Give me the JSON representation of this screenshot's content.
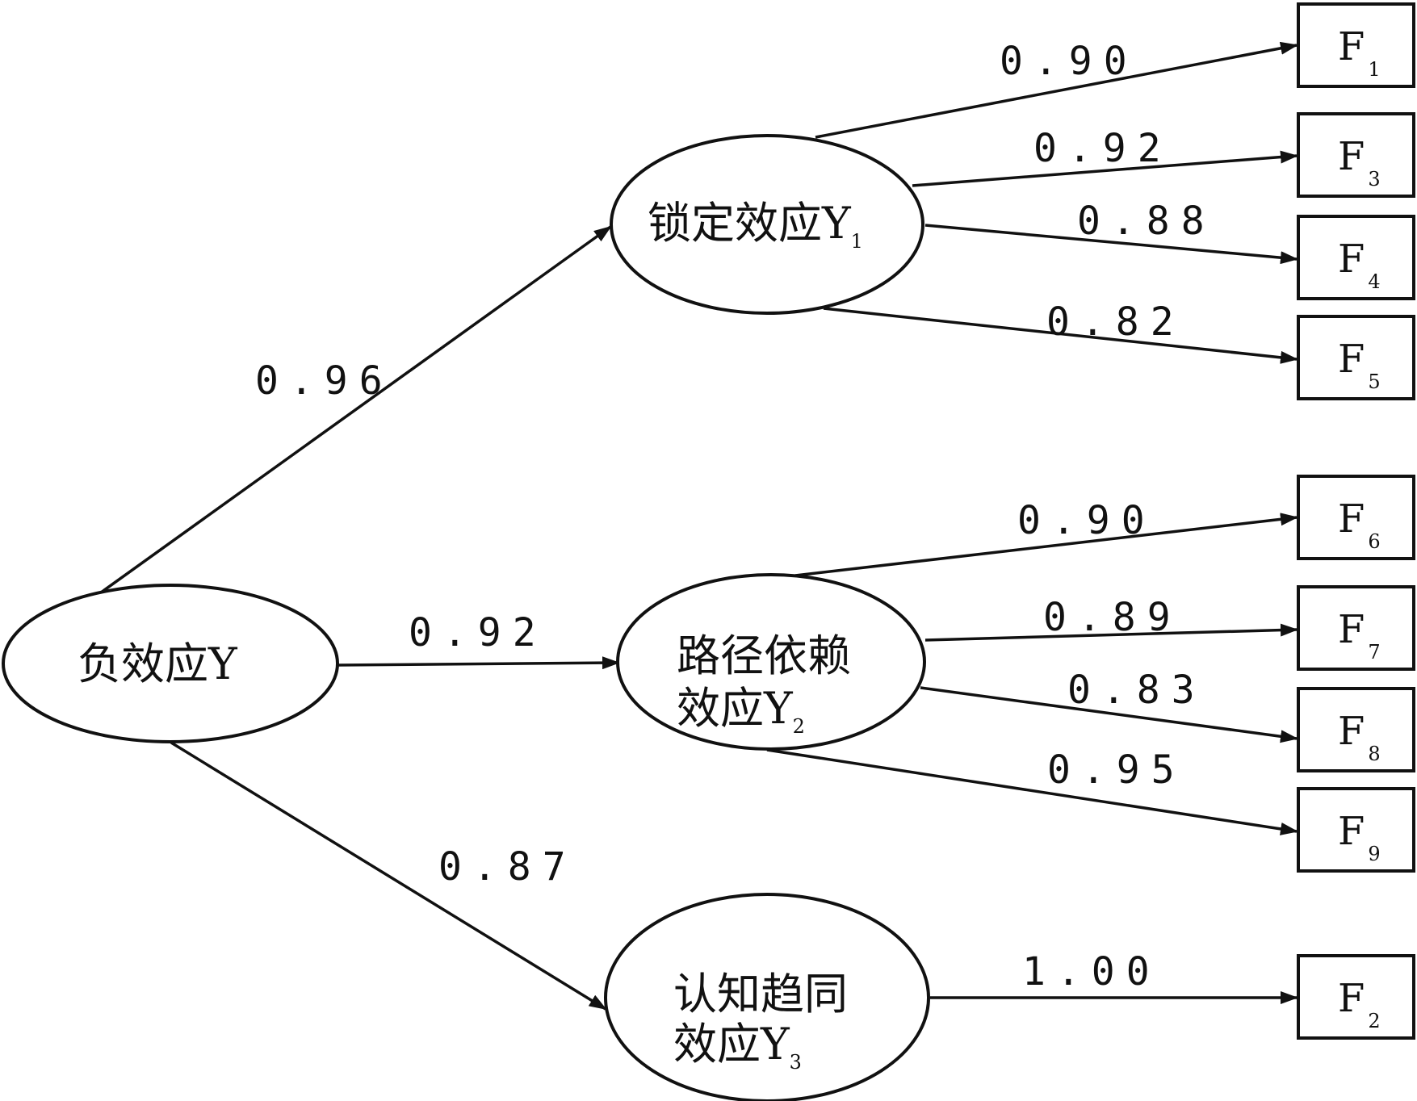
{
  "nodes": {
    "Y": {
      "label": "负效应Y",
      "sub": ""
    },
    "Y1": {
      "label": "锁定效应Y",
      "sub": "1"
    },
    "Y2": {
      "label": "路径依赖",
      "label2": "效应Y",
      "sub": "2"
    },
    "Y3": {
      "label": "认知趋同",
      "label2": "效应Y",
      "sub": "3"
    },
    "F1": {
      "label": "F",
      "sub": "1"
    },
    "F3": {
      "label": "F",
      "sub": "3"
    },
    "F4": {
      "label": "F",
      "sub": "4"
    },
    "F5": {
      "label": "F",
      "sub": "5"
    },
    "F6": {
      "label": "F",
      "sub": "6"
    },
    "F7": {
      "label": "F",
      "sub": "7"
    },
    "F8": {
      "label": "F",
      "sub": "8"
    },
    "F9": {
      "label": "F",
      "sub": "9"
    },
    "F2": {
      "label": "F",
      "sub": "2"
    }
  },
  "edges": [
    {
      "id": "Y-Y1",
      "from": "Y",
      "to": "Y1",
      "coef": "0.96"
    },
    {
      "id": "Y-Y2",
      "from": "Y",
      "to": "Y2",
      "coef": "0.92"
    },
    {
      "id": "Y-Y3",
      "from": "Y",
      "to": "Y3",
      "coef": "0.87"
    },
    {
      "id": "Y1-F1",
      "from": "Y1",
      "to": "F1",
      "coef": "0.90"
    },
    {
      "id": "Y1-F3",
      "from": "Y1",
      "to": "F3",
      "coef": "0.92"
    },
    {
      "id": "Y1-F4",
      "from": "Y1",
      "to": "F4",
      "coef": "0.88"
    },
    {
      "id": "Y1-F5",
      "from": "Y1",
      "to": "F5",
      "coef": "0.82"
    },
    {
      "id": "Y2-F6",
      "from": "Y2",
      "to": "F6",
      "coef": "0.90"
    },
    {
      "id": "Y2-F7",
      "from": "Y2",
      "to": "F7",
      "coef": "0.89"
    },
    {
      "id": "Y2-F8",
      "from": "Y2",
      "to": "F8",
      "coef": "0.83"
    },
    {
      "id": "Y2-F9",
      "from": "Y2",
      "to": "F9",
      "coef": "0.95"
    },
    {
      "id": "Y3-F2",
      "from": "Y3",
      "to": "F2",
      "coef": "1.00"
    }
  ]
}
